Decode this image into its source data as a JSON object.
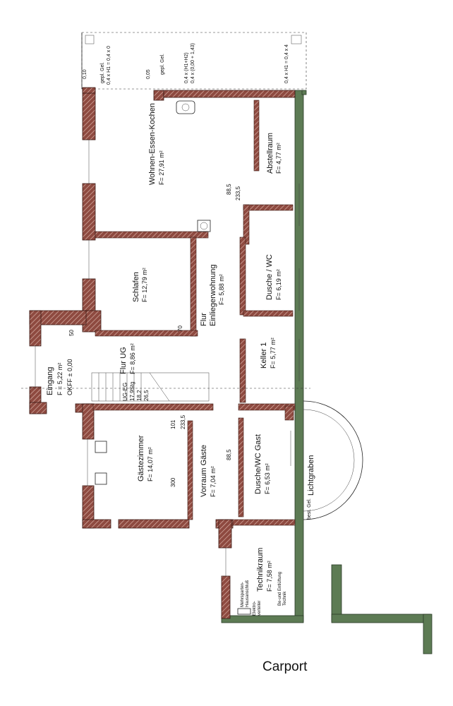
{
  "rooms": [
    {
      "name": "Wohnen-Essen-Kochen",
      "area": "F= 27,91 m²"
    },
    {
      "name": "Abstellraum",
      "area": "F= 4,77 m²"
    },
    {
      "name": "Schlafen",
      "area": "F= 12,79 m²"
    },
    {
      "name": "Flur Einliegerwohnung",
      "area": "F= 5,88 m²"
    },
    {
      "name": "Dusche / WC",
      "area": "F= 6,19 m²"
    },
    {
      "name": "Eingang",
      "area": "F = 5,22 m²"
    },
    {
      "name": "Flur UG",
      "area": "F= 8,86 m²"
    },
    {
      "name": "Keller 1",
      "area": "F= 5,77 m²"
    },
    {
      "name": "Gästezimmer",
      "area": "F= 14,07 m²"
    },
    {
      "name": "Vorraum Gäste",
      "area": "F= 7,04 m²"
    },
    {
      "name": "Dusche/WC Gast",
      "area": "F= 6,53 m²"
    },
    {
      "name": "Technikraum",
      "area": "F= 7,58 m²"
    }
  ],
  "labels": {
    "okff": "OKFF ± 0,00",
    "lichtgraben": "Lichtgraben",
    "carport": "Carport",
    "stairs": [
      "UG-EG",
      "17,9Stg",
      "18,2",
      "26,5"
    ],
    "tech_notes": [
      "Mehrsparten-",
      "Hausanschluß",
      "Elektro-",
      "verteiler",
      "Be-und Entlüftung",
      "Technik"
    ],
    "top_notes": [
      "0,10",
      "gepl. Gel.",
      "0,4 x H1 = 0,4 x 0",
      "0,05",
      "gepl. Gel.",
      "0,4 x (H1+H2)",
      "0,4 x (0,00 + 1,43)",
      "0,4 x H1 = 0,4 x 4"
    ],
    "best_gel": "best. Gel.",
    "dims": [
      "88,5",
      "233,5",
      "70",
      "50",
      "101",
      "300",
      "233,5",
      "88,5"
    ]
  }
}
